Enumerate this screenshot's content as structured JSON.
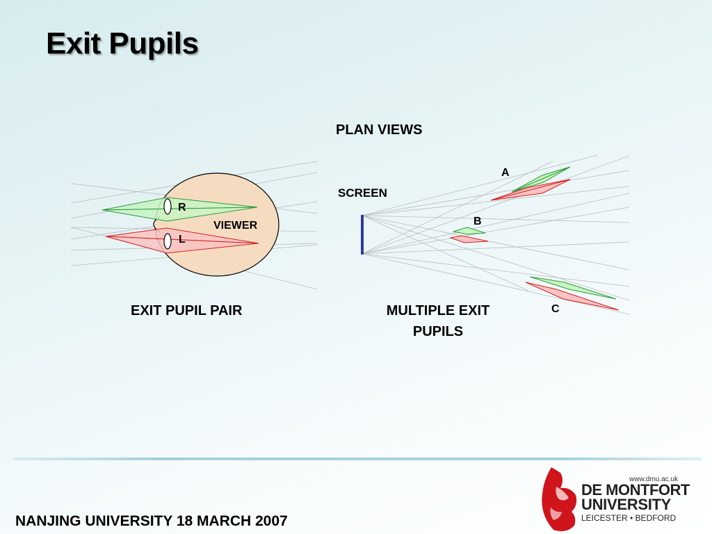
{
  "slide": {
    "title": "Exit Pupils",
    "footer": "NANJING UNIVERSITY 18 MARCH 2007"
  },
  "diagram": {
    "plan_views": "PLAN VIEWS",
    "screen": "SCREEN",
    "pupil_a": "A",
    "pupil_b": "B",
    "pupil_c": "C",
    "right_eye": "R",
    "left_eye": "L",
    "viewer": "VIEWER",
    "exit_pupil_pair": "EXIT PUPIL PAIR",
    "multiple_exit_pupils": "MULTIPLE EXIT PUPILS",
    "colors": {
      "green_fill": "#c8f5c4",
      "green_stroke": "#2e9a3a",
      "red_fill": "#f9c3c3",
      "red_stroke": "#d42020",
      "head_fill": "#f5dcc0",
      "screen": "#2c3a9e",
      "ray": "#b8bcc0"
    }
  },
  "logo": {
    "url": "www.dmu.ac.uk",
    "line1": "DE MONTFORT",
    "line2": "UNIVERSITY",
    "line3": "LEICESTER • BEDFORD",
    "color": "#d0141c"
  }
}
